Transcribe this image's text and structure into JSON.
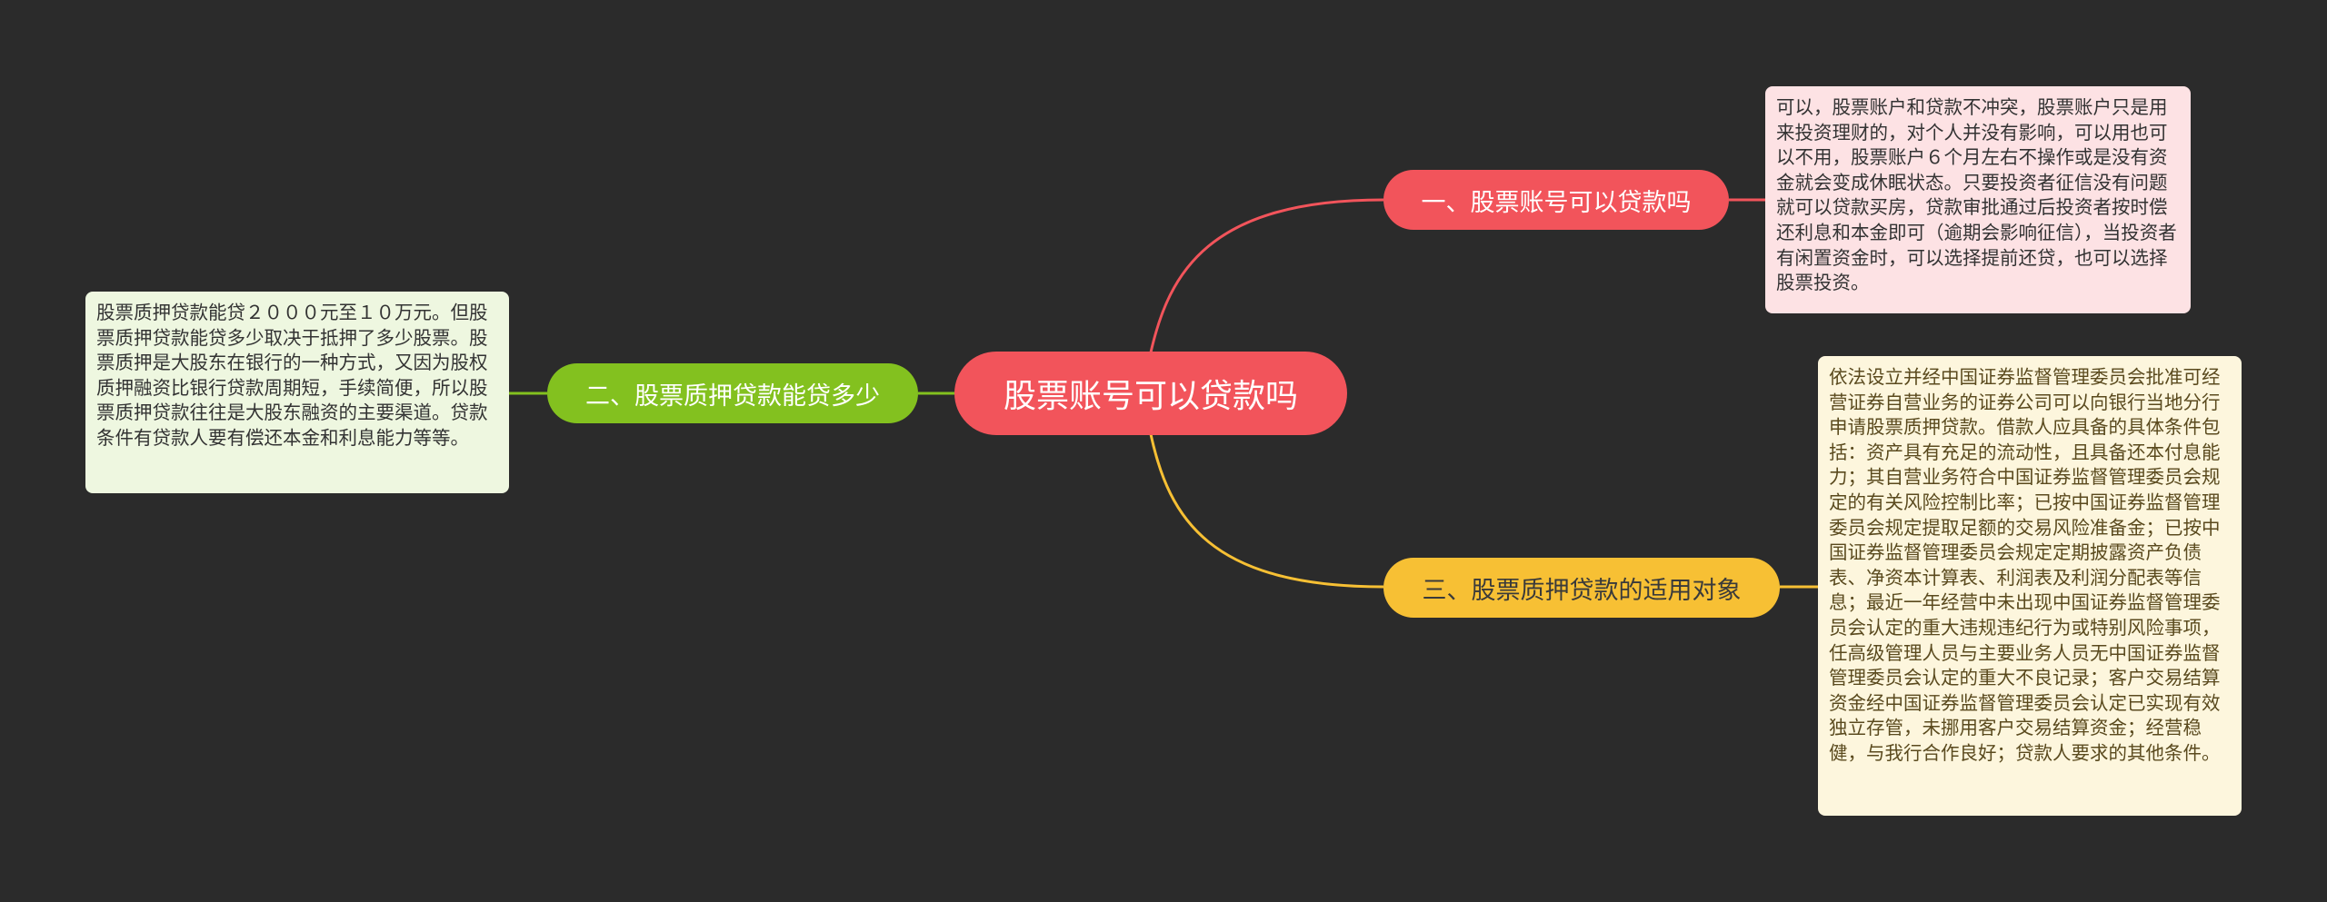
{
  "root": {
    "label": "股票账号可以贷款吗"
  },
  "branches": [
    {
      "label": "一、股票账号可以贷款吗",
      "note": "可以，股票账户和贷款不冲突，股票账户只是用来投资理财的，对个人并没有影响，可以用也可以不用，股票账户６个月左右不操作或是没有资金就会变成休眠状态。只要投资者征信没有问题就可以贷款买房，贷款审批通过后投资者按时偿还利息和本金即可（逾期会影响征信），当投资者有闲置资金时，可以选择提前还贷，也可以选择股票投资。",
      "color": "#f2545b"
    },
    {
      "label": "二、股票质押贷款能贷多少",
      "note": "股票质押贷款能贷２０００元至１０万元。但股票质押贷款能贷多少取决于抵押了多少股票。股票质押是大股东在银行的一种方式，又因为股权质押融资比银行贷款周期短，手续简便，所以股票质押贷款往往是大股东融资的主要渠道。贷款条件有贷款人要有偿还本金和利息能力等等。",
      "color": "#83c11f"
    },
    {
      "label": "三、股票质押贷款的适用对象",
      "note": "依法设立并经中国证券监督管理委员会批准可经营证券自营业务的证券公司可以向银行当地分行申请股票质押贷款。借款人应具备的具体条件包括：资产具有充足的流动性，且具备还本付息能力；其自营业务符合中国证券监督管理委员会规定的有关风险控制比率；已按中国证券监督管理委员会规定提取足额的交易风险准备金；已按中国证券监督管理委员会规定定期披露资产负债表、净资本计算表、利润表及利润分配表等信息；最近一年经营中未出现中国证券监督管理委员会认定的重大违规违纪行为或特别风险事项，任高级管理人员与主要业务人员无中国证券监督管理委员会认定的重大不良记录；客户交易结算资金经中国证券监督管理委员会认定已实现有效独立存管，未挪用客户交易结算资金；经营稳健，与我行合作良好；贷款人要求的其他条件。",
      "color": "#f7c034"
    }
  ]
}
